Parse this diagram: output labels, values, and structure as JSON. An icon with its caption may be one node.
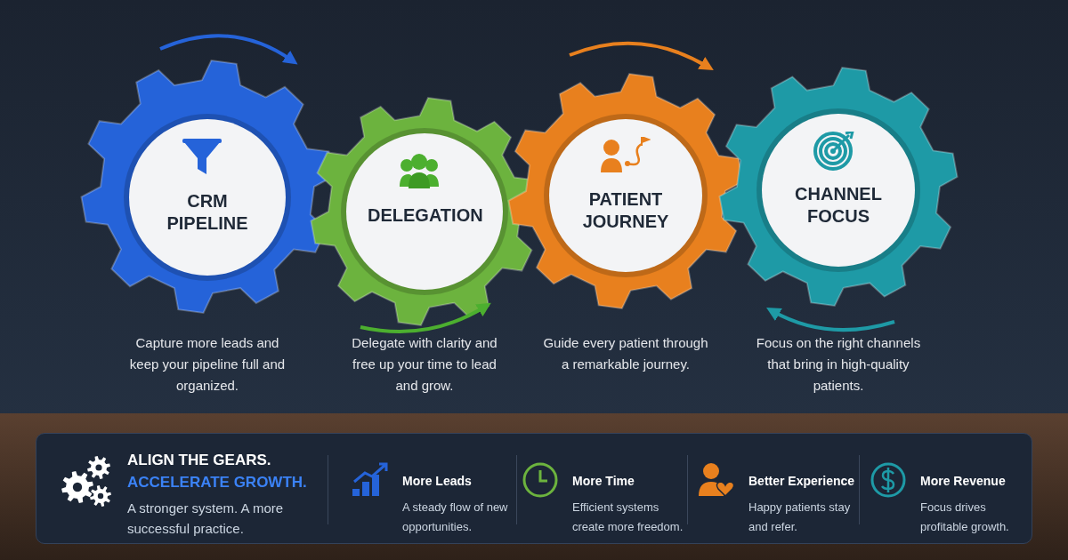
{
  "diagram": {
    "nodes": [
      {
        "text": [
          "CRM PIPELINE"
        ]
      },
      {
        "text": [
          "DELEGATION"
        ]
      },
      {
        "text": [
          "PATIENT JOURNEY"
        ]
      },
      {
        "text": [
          "CHANNEL FOCUS"
        ]
      },
      {
        "text": [
          "ALIGN THE GEARS.",
          "ACCELERATE GROWTH.",
          "A stronger system. A more successful practice."
        ]
      }
    ],
    "edges": [],
    "labels": [
      "Capture more leads and keep your pipeline full and organized.",
      "Delegate with clarity and free up your time to lead and grow.",
      "Guide every patient through a remarkable journey.",
      "Focus on the right channels that bring in high-quality patients.",
      "More Leads",
      "A steady flow of new opportunities.",
      "More Time",
      "Efficient systems create more freedom.",
      "Better Experience",
      "Happy patients stay and refer.",
      "More Revenue",
      "Focus drives profitable growth."
    ]
  }
}
